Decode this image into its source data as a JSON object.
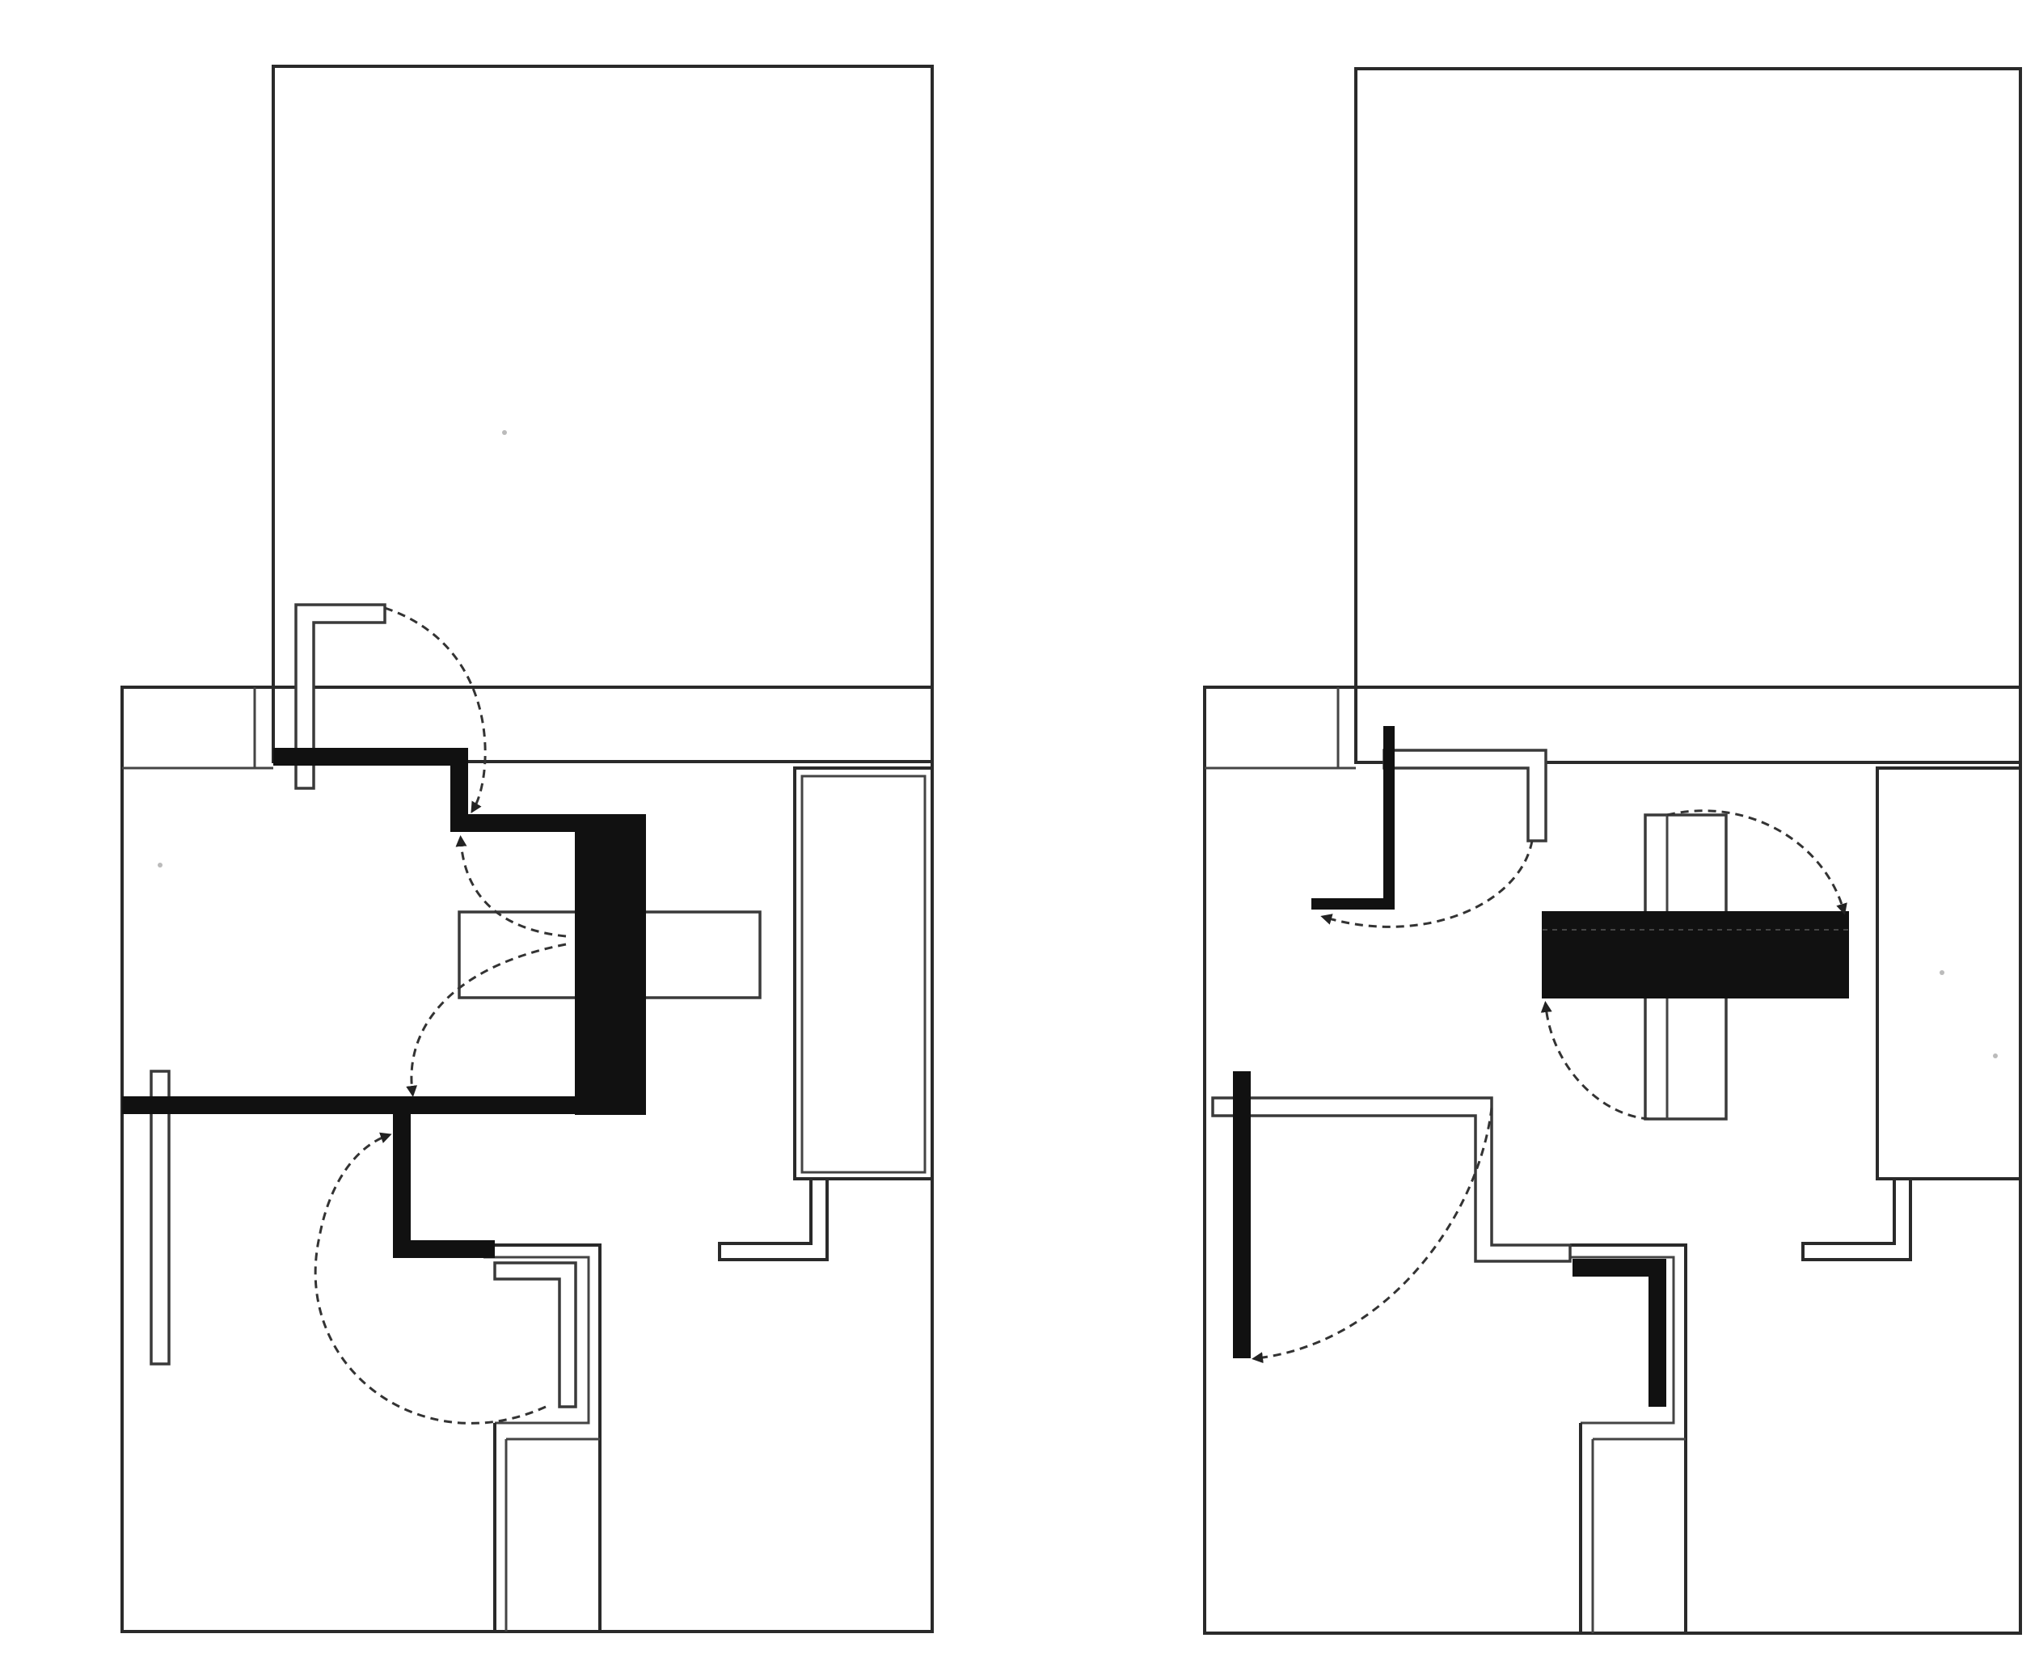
{
  "figure": {
    "plans": [
      {
        "id": "left",
        "state": "panels-closed",
        "solid_panels": 5,
        "door_swings": 4
      },
      {
        "id": "right",
        "state": "panels-open",
        "solid_panels": 5,
        "door_swings": 4
      }
    ],
    "colors": {
      "wall": "#2a2a2a",
      "solid_panel": "#111111",
      "background": "#ffffff",
      "swing_arc": "#333333"
    }
  }
}
